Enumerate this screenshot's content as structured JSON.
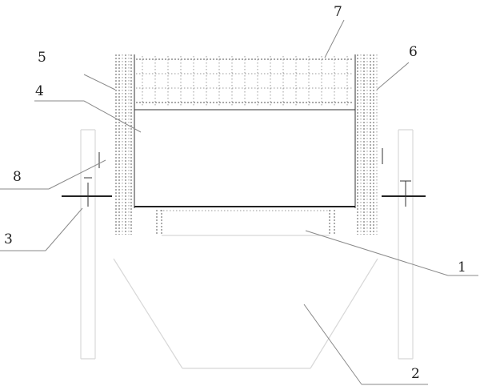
{
  "labels": {
    "l1": "1",
    "l2": "2",
    "l3": "3",
    "l4": "4",
    "l5": "5",
    "l6": "6",
    "l7": "7",
    "l8": "8"
  },
  "colors": {
    "line": "#333333",
    "hatch": "#777777",
    "pale": "#d8d8d8",
    "background": "#ffffff"
  }
}
